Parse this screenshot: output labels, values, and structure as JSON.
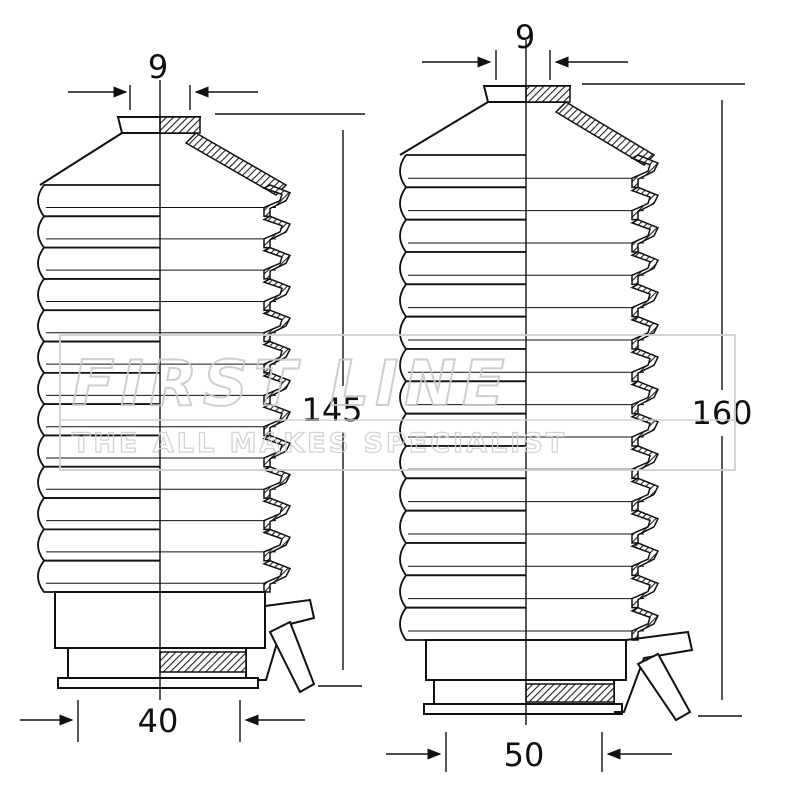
{
  "watermark": {
    "brand": "FIRST LINE",
    "tagline": "THE ALL MAKES SPECIALIST"
  },
  "left_boot": {
    "top_diameter": "9",
    "length": "145",
    "bottom_diameter": "40"
  },
  "right_boot": {
    "top_diameter": "9",
    "length": "160",
    "bottom_diameter": "50"
  },
  "colors": {
    "line": "#111111",
    "hatch": "#222222",
    "watermark": "#c9c9c9"
  }
}
